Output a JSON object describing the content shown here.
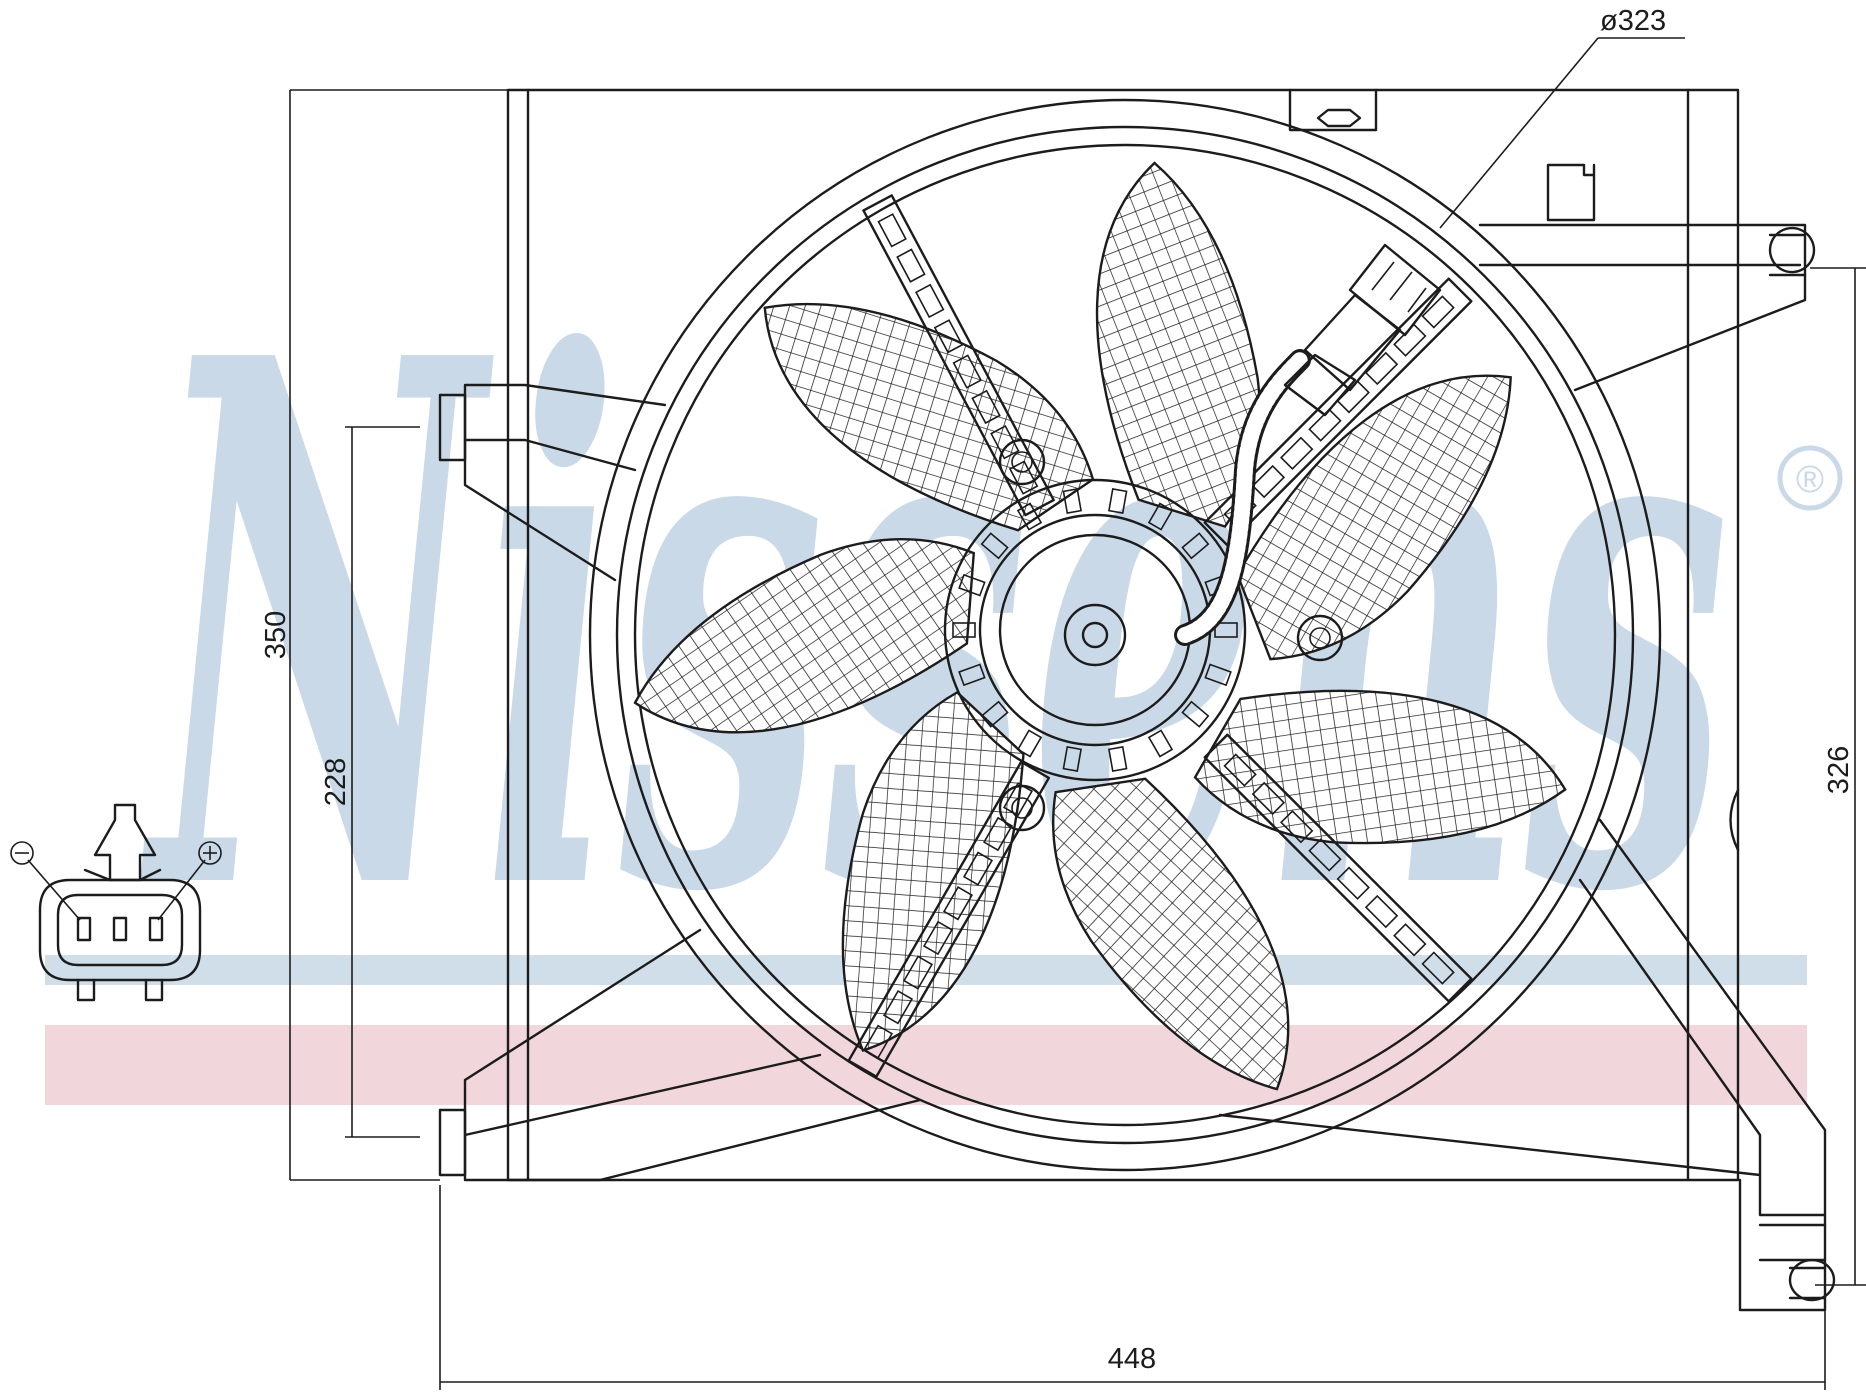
{
  "brand": {
    "wordmark": "Nissens",
    "registered": "®",
    "watermark_color": "#c9d9e8",
    "blue_bar_color": "#d0deea",
    "red_bar_color": "#f1d6dc"
  },
  "dimensions": {
    "fan_diameter": "ø323",
    "overall_height": "350",
    "left_mount_spacing": "228",
    "right_mount_spacing": "326",
    "overall_width": "448"
  },
  "connector": {
    "negative_symbol": "⊖",
    "positive_symbol": "⊕",
    "icon": "two-pin-connector-icon"
  },
  "colors": {
    "line": "#1c1c1c",
    "blade_hatch": "#1c1c1c",
    "background": "#ffffff"
  }
}
